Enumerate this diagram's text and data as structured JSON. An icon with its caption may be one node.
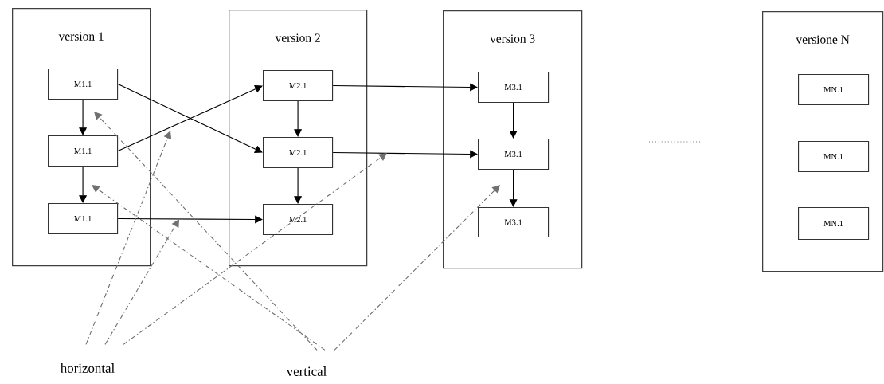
{
  "diagram": {
    "nodes": [
      {
        "text": [
          "version 1"
        ]
      },
      {
        "text": [
          "M1.1"
        ],
        "in": 0
      },
      {
        "text": [
          "M1.1"
        ],
        "in": 0
      },
      {
        "text": [
          "M1.1"
        ],
        "in": 0
      },
      {
        "text": [
          "version 2"
        ]
      },
      {
        "text": [
          "M2.1"
        ],
        "in": 4
      },
      {
        "text": [
          "M2.1"
        ],
        "in": 4
      },
      {
        "text": [
          "M2.1"
        ],
        "in": 4
      },
      {
        "text": [
          "version 3"
        ]
      },
      {
        "text": [
          "M3.1"
        ],
        "in": 8
      },
      {
        "text": [
          "M3.1"
        ],
        "in": 8
      },
      {
        "text": [
          "M3.1"
        ],
        "in": 8
      },
      {
        "text": [
          "versione N"
        ]
      },
      {
        "text": [
          "MN.1"
        ],
        "in": 12
      },
      {
        "text": [
          "MN.1"
        ],
        "in": 12
      },
      {
        "text": [
          "MN.1"
        ],
        "in": 12
      },
      {
        "text": [
          "horizontal"
        ]
      },
      {
        "text": [
          "vertical"
        ]
      }
    ],
    "edges": [
      {
        "from": 1,
        "to": 2,
        "arrow": "to"
      },
      {
        "from": 2,
        "to": 3,
        "arrow": "to"
      },
      {
        "from": 5,
        "to": 6,
        "arrow": "to"
      },
      {
        "from": 6,
        "to": 7,
        "arrow": "to"
      },
      {
        "from": 9,
        "to": 10,
        "arrow": "to"
      },
      {
        "from": 10,
        "to": 11,
        "arrow": "to"
      },
      {
        "from": 1,
        "to": 6,
        "arrow": "to"
      },
      {
        "from": 2,
        "to": 5,
        "arrow": "to"
      },
      {
        "from": 3,
        "to": 7,
        "arrow": "to"
      },
      {
        "from": 5,
        "to": 9,
        "arrow": "to"
      },
      {
        "from": 6,
        "to": 10,
        "arrow": "to"
      },
      {
        "from": 16,
        "to": null,
        "arrow": "to",
        "style": "dashed",
        "color": "#707070"
      },
      {
        "from": 16,
        "to": null,
        "arrow": "to",
        "style": "dashed",
        "color": "#707070"
      },
      {
        "from": 16,
        "to": null,
        "arrow": "to",
        "style": "dashed",
        "color": "#707070"
      },
      {
        "from": 17,
        "to": null,
        "arrow": "to",
        "style": "dashed",
        "color": "#707070"
      },
      {
        "from": 17,
        "to": null,
        "arrow": "to",
        "style": "dashed",
        "color": "#707070"
      },
      {
        "from": 17,
        "to": null,
        "arrow": "to",
        "style": "dashed",
        "color": "#707070"
      }
    ]
  }
}
